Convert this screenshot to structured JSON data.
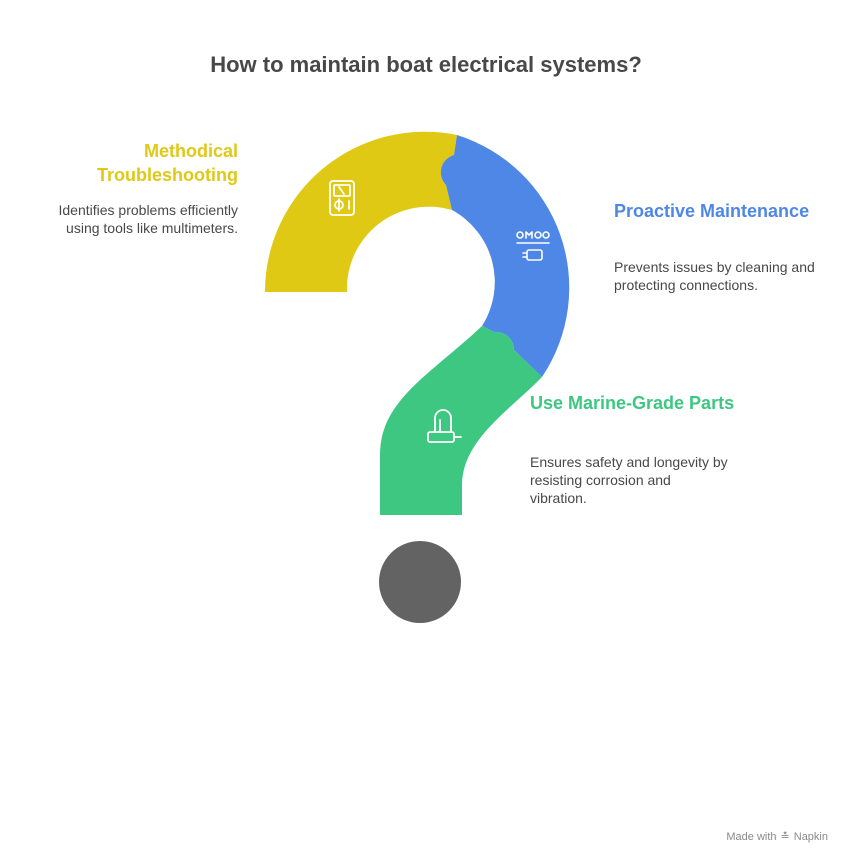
{
  "title": "How to maintain boat electrical systems?",
  "segments": [
    {
      "heading": "Methodical Troubleshooting",
      "description": "Identifies problems efficiently using tools like multimeters.",
      "color": "#DFC915",
      "icon": "multimeter-icon"
    },
    {
      "heading": "Proactive Maintenance",
      "description": "Prevents issues by cleaning and protecting connections.",
      "color": "#4E87E5",
      "icon": "cleaning-connector-icon"
    },
    {
      "heading": "Use Marine-Grade Parts",
      "description": "Ensures safety and longevity by resisting corrosion and vibration.",
      "color": "#3DC781",
      "icon": "marine-connector-icon"
    }
  ],
  "dot_color": "#636363",
  "footer": {
    "made_with": "Made with",
    "brand": "Napkin"
  }
}
